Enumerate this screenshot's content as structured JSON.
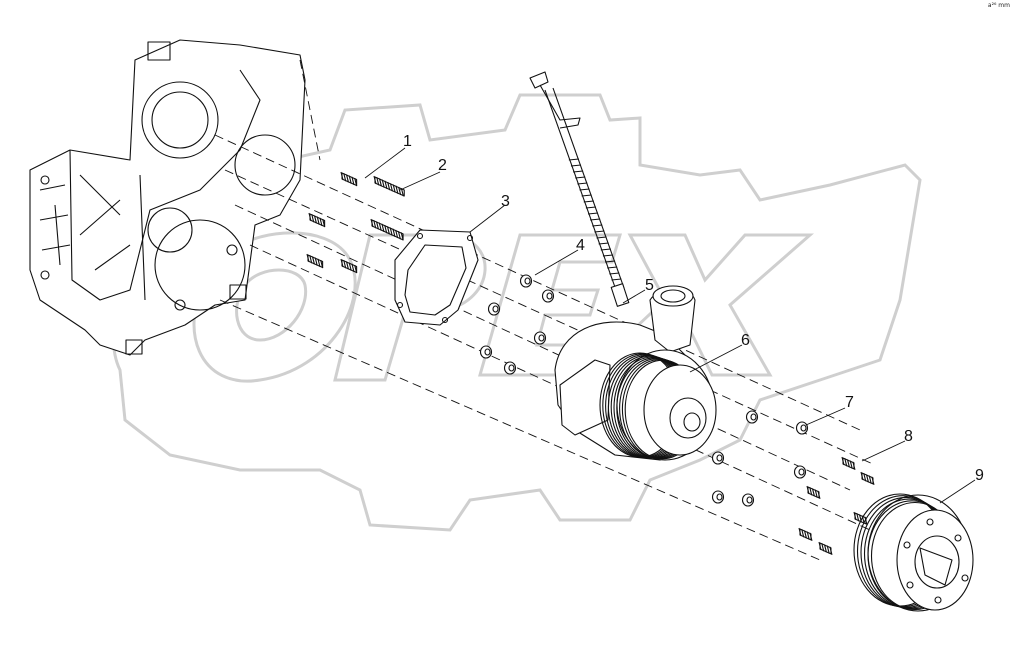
{
  "watermark": {
    "text": "OPEX",
    "color": "#d0d0d0"
  },
  "corner_mark": "a²⁶ mm",
  "callouts": [
    {
      "id": "1",
      "label": "1"
    },
    {
      "id": "2",
      "label": "2"
    },
    {
      "id": "3",
      "label": "3"
    },
    {
      "id": "4",
      "label": "4"
    },
    {
      "id": "5",
      "label": "5"
    },
    {
      "id": "6",
      "label": "6"
    },
    {
      "id": "7",
      "label": "7"
    },
    {
      "id": "8",
      "label": "8"
    },
    {
      "id": "9",
      "label": "9"
    }
  ],
  "parts": [
    {
      "callout": "1",
      "name": "stud-short-icon"
    },
    {
      "callout": "2",
      "name": "stud-long-icon"
    },
    {
      "callout": "3",
      "name": "gasket-icon"
    },
    {
      "callout": "4",
      "name": "nut-icon"
    },
    {
      "callout": "5",
      "name": "dipstick-tube-icon"
    },
    {
      "callout": "6",
      "name": "water-pump-icon"
    },
    {
      "callout": "7",
      "name": "nut-icon"
    },
    {
      "callout": "8",
      "name": "stud-icon"
    },
    {
      "callout": "9",
      "name": "pulley-icon"
    }
  ],
  "colors": {
    "ink": "#111111",
    "background": "#ffffff",
    "watermark": "#d0d0d0"
  }
}
